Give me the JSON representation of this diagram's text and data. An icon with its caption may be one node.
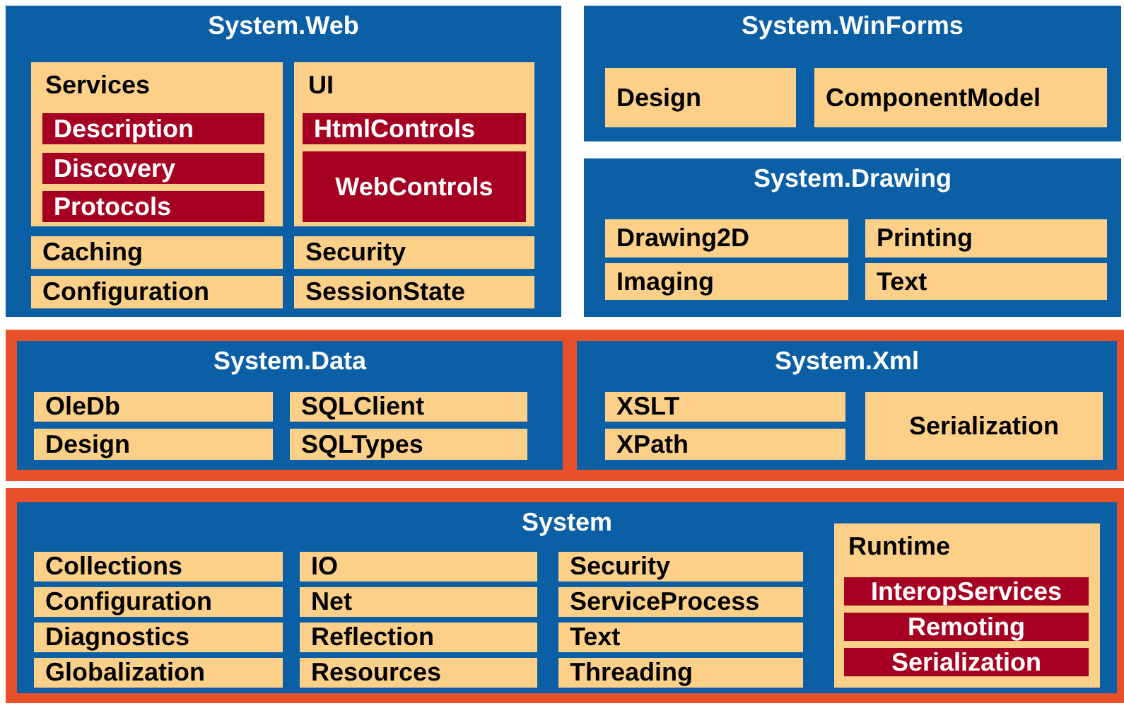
{
  "diagram": {
    "nodes": [
      {
        "text": [
          "System.Web"
        ]
      },
      {
        "text": [
          "Services"
        ],
        "in": 0
      },
      {
        "text": [
          "Description"
        ],
        "in": 1
      },
      {
        "text": [
          "Discovery"
        ],
        "in": 1
      },
      {
        "text": [
          "Protocols"
        ],
        "in": 1
      },
      {
        "text": [
          "UI"
        ],
        "in": 0
      },
      {
        "text": [
          "HtmlControls"
        ],
        "in": 5
      },
      {
        "text": [
          "WebControls"
        ],
        "in": 5
      },
      {
        "text": [
          "Caching"
        ],
        "in": 0
      },
      {
        "text": [
          "Configuration"
        ],
        "in": 0
      },
      {
        "text": [
          "Security"
        ],
        "in": 0
      },
      {
        "text": [
          "SessionState"
        ],
        "in": 0
      },
      {
        "text": [
          "System.WinForms"
        ]
      },
      {
        "text": [
          "Design"
        ],
        "in": 12
      },
      {
        "text": [
          "ComponentModel"
        ],
        "in": 12
      },
      {
        "text": [
          "System.Drawing"
        ]
      },
      {
        "text": [
          "Drawing2D"
        ],
        "in": 15
      },
      {
        "text": [
          "Printing"
        ],
        "in": 15
      },
      {
        "text": [
          "Imaging"
        ],
        "in": 15
      },
      {
        "text": [
          "Text"
        ],
        "in": 15
      },
      {
        "text": [],
        "shape": "box"
      },
      {
        "text": [
          "System.Data"
        ],
        "in": 20
      },
      {
        "text": [
          "OleDb"
        ],
        "in": 21
      },
      {
        "text": [
          "SQLClient"
        ],
        "in": 21
      },
      {
        "text": [
          "Design"
        ],
        "in": 21
      },
      {
        "text": [
          "SQLTypes"
        ],
        "in": 21
      },
      {
        "text": [
          "System.Xml"
        ],
        "in": 20
      },
      {
        "text": [
          "XSLT"
        ],
        "in": 26
      },
      {
        "text": [
          "XPath"
        ],
        "in": 26
      },
      {
        "text": [
          "Serialization"
        ],
        "in": 26
      },
      {
        "text": [],
        "shape": "box"
      },
      {
        "text": [
          "System"
        ],
        "in": 30
      },
      {
        "text": [
          "Collections"
        ],
        "in": 31
      },
      {
        "text": [
          "IO"
        ],
        "in": 31
      },
      {
        "text": [
          "Security"
        ],
        "in": 31
      },
      {
        "text": [
          "Configuration"
        ],
        "in": 31
      },
      {
        "text": [
          "Net"
        ],
        "in": 31
      },
      {
        "text": [
          "ServiceProcess"
        ],
        "in": 31
      },
      {
        "text": [
          "Diagnostics"
        ],
        "in": 31
      },
      {
        "text": [
          "Reflection"
        ],
        "in": 31
      },
      {
        "text": [
          "Text"
        ],
        "in": 31
      },
      {
        "text": [
          "Globalization"
        ],
        "in": 31
      },
      {
        "text": [
          "Resources"
        ],
        "in": 31
      },
      {
        "text": [
          "Threading"
        ],
        "in": 31
      },
      {
        "text": [
          "Runtime"
        ],
        "in": 31
      },
      {
        "text": [
          "InteropServices"
        ],
        "in": 44
      },
      {
        "text": [
          "Remoting"
        ],
        "in": 44
      },
      {
        "text": [
          "Serialization"
        ],
        "in": 44
      }
    ]
  }
}
